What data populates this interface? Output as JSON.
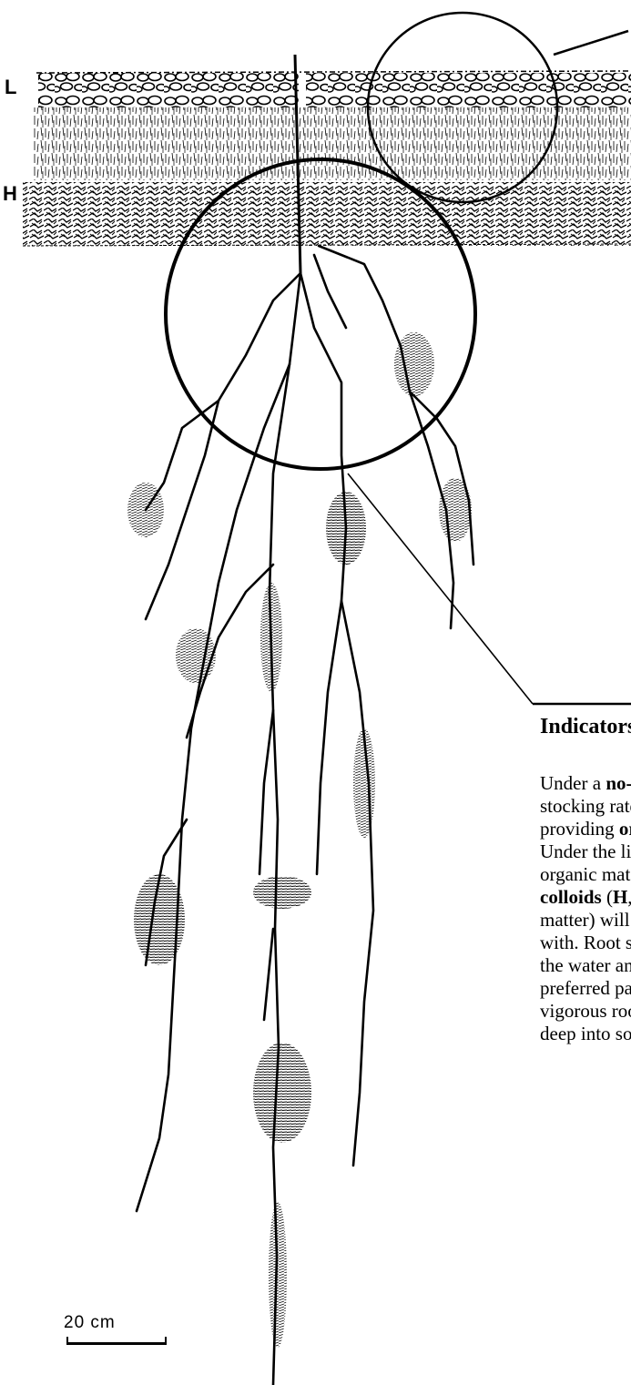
{
  "diagram": {
    "layer_labels": {
      "litter": "L",
      "humus": "H"
    },
    "scale": {
      "label": "20 cm"
    },
    "heading": "Indicators o",
    "paragraph_lines": [
      {
        "pre": "Under a ",
        "bold": "no-till",
        "post": ""
      },
      {
        "pre": "stocking rates a",
        "bold": "",
        "post": ""
      },
      {
        "pre": "providing ",
        "bold": "orga",
        "post": ""
      },
      {
        "pre": "Under the litter",
        "bold": "",
        "post": ""
      },
      {
        "pre": "organic materi",
        "bold": "",
        "post": ""
      },
      {
        "pre": "",
        "bold": "colloids",
        "post": " ("
      },
      {
        "pre": "matter) will dis",
        "bold": "",
        "post": ""
      },
      {
        "pre": "with. Root syst",
        "bold": "",
        "post": ""
      },
      {
        "pre": "the water and i",
        "bold": "",
        "post": ""
      },
      {
        "pre": "preferred pastu",
        "bold": "",
        "post": ""
      },
      {
        "pre": "vigorous rootin",
        "bold": "",
        "post": ""
      },
      {
        "pre": "deep into soil",
        "bold": "",
        "post": ""
      }
    ],
    "line6_extra": {
      "bold": "H",
      "post": ", pr"
    }
  }
}
